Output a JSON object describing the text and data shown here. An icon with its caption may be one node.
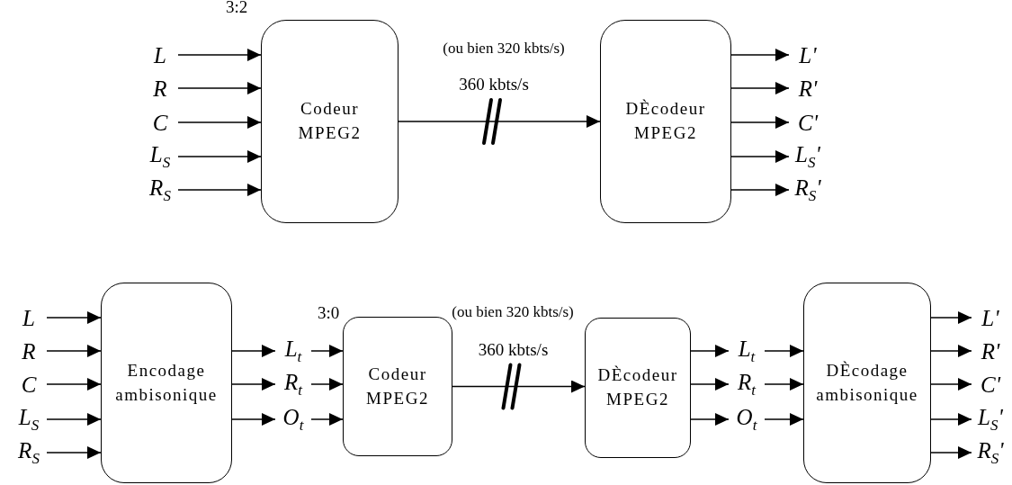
{
  "diagram": {
    "nodes": [
      {
        "text": [
          "L"
        ]
      },
      {
        "text": [
          "R"
        ]
      },
      {
        "text": [
          "C"
        ]
      },
      {
        "text": [
          "L$_{S}$"
        ]
      },
      {
        "text": [
          "R$_{S}$"
        ]
      },
      {
        "text": [
          "Codeur MPEG2"
        ],
        "beside": [
          "3:2"
        ]
      },
      {
        "text": [
          "DÈcodeur MPEG2"
        ]
      },
      {
        "text": [
          "L'"
        ]
      },
      {
        "text": [
          "R'"
        ]
      },
      {
        "text": [
          "C'"
        ]
      },
      {
        "text": [
          "L$_{S}$'"
        ]
      },
      {
        "text": [
          "R$_{S}$'"
        ]
      },
      {
        "text": [
          "L"
        ]
      },
      {
        "text": [
          "R"
        ]
      },
      {
        "text": [
          "C"
        ]
      },
      {
        "text": [
          "L$_{S}$"
        ]
      },
      {
        "text": [
          "R$_{S}$"
        ]
      },
      {
        "text": [
          "Encodage ambisonique"
        ]
      },
      {
        "text": [
          "L$_{t}$"
        ]
      },
      {
        "text": [
          "R$_{t}$"
        ]
      },
      {
        "text": [
          "O$_{t}$"
        ]
      },
      {
        "text": [
          "Codeur MPEG2"
        ],
        "beside": [
          "3:0"
        ]
      },
      {
        "text": [
          "DÈcodeur MPEG2"
        ]
      },
      {
        "text": [
          "L$_{t}$"
        ]
      },
      {
        "text": [
          "R$_{t}$"
        ]
      },
      {
        "text": [
          "O$_{t}$"
        ]
      },
      {
        "text": [
          "DÈcodage ambisonique"
        ]
      },
      {
        "text": [
          "L'"
        ]
      },
      {
        "text": [
          "R'"
        ]
      },
      {
        "text": [
          "C'"
        ]
      },
      {
        "text": [
          "L$_{S}$'"
        ]
      },
      {
        "text": [
          "R$_{S}$'"
        ]
      }
    ],
    "edges": [
      {
        "from": 0,
        "to": 5,
        "arrow": "to"
      },
      {
        "from": 1,
        "to": 5,
        "arrow": "to"
      },
      {
        "from": 2,
        "to": 5,
        "arrow": "to"
      },
      {
        "from": 3,
        "to": 5,
        "arrow": "to"
      },
      {
        "from": 4,
        "to": 5,
        "arrow": "to"
      },
      {
        "from": 5,
        "to": 6,
        "arrow": "to",
        "label": "360 kbts/s"
      },
      {
        "from": 6,
        "to": 7,
        "arrow": "to"
      },
      {
        "from": 6,
        "to": 8,
        "arrow": "to"
      },
      {
        "from": 6,
        "to": 9,
        "arrow": "to"
      },
      {
        "from": 6,
        "to": 10,
        "arrow": "to"
      },
      {
        "from": 6,
        "to": 11,
        "arrow": "to"
      },
      {
        "from": 12,
        "to": 17,
        "arrow": "to"
      },
      {
        "from": 13,
        "to": 17,
        "arrow": "to"
      },
      {
        "from": 14,
        "to": 17,
        "arrow": "to"
      },
      {
        "from": 15,
        "to": 17,
        "arrow": "to"
      },
      {
        "from": 16,
        "to": 17,
        "arrow": "to"
      },
      {
        "from": 17,
        "to": 18,
        "arrow": "to"
      },
      {
        "from": 17,
        "to": 19,
        "arrow": "to"
      },
      {
        "from": 17,
        "to": 20,
        "arrow": "to"
      },
      {
        "from": 18,
        "to": 21,
        "arrow": "to"
      },
      {
        "from": 19,
        "to": 21,
        "arrow": "to"
      },
      {
        "from": 20,
        "to": 21,
        "arrow": "to"
      },
      {
        "from": 21,
        "to": 22,
        "arrow": "to",
        "label": "360 kbts/s"
      },
      {
        "from": 22,
        "to": 23,
        "arrow": "to"
      },
      {
        "from": 22,
        "to": 24,
        "arrow": "to"
      },
      {
        "from": 22,
        "to": 25,
        "arrow": "to"
      },
      {
        "from": 23,
        "to": 26,
        "arrow": "to"
      },
      {
        "from": 24,
        "to": 26,
        "arrow": "to"
      },
      {
        "from": 25,
        "to": 26,
        "arrow": "to"
      },
      {
        "from": 26,
        "to": 27,
        "arrow": "to"
      },
      {
        "from": 26,
        "to": 28,
        "arrow": "to"
      },
      {
        "from": 26,
        "to": 29,
        "arrow": "to"
      },
      {
        "from": 26,
        "to": 30,
        "arrow": "to"
      },
      {
        "from": 26,
        "to": 31,
        "arrow": "to"
      }
    ],
    "labels": [
      "(ou bien 320 kbts/s)",
      "(ou bien 320 kbts/s)"
    ]
  }
}
